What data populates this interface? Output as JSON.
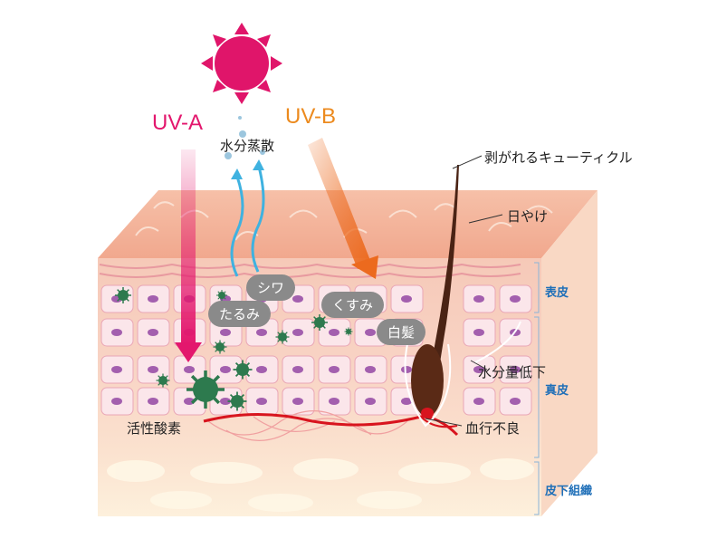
{
  "uv_a": {
    "label": "UV-A",
    "color": "#e3176d"
  },
  "uv_b": {
    "label": "UV-B",
    "color": "#ec8a1e"
  },
  "sun_color": "#e0156a",
  "labels": {
    "evaporation": "水分蒸散",
    "cuticle": "剥がれるキューティクル",
    "sunburn": "日やけ",
    "moisture_loss": "水分量低下",
    "poor_circulation": "血行不良",
    "active_oxygen": "活性酸素"
  },
  "bubbles": {
    "wrinkles": "シワ",
    "sagging": "たるみ",
    "dullness": "くすみ",
    "gray_hair": "白髪"
  },
  "layers": {
    "epidermis": "表皮",
    "dermis": "真皮",
    "subcutaneous": "皮下組織"
  },
  "layer_color": "#1f6fb8"
}
